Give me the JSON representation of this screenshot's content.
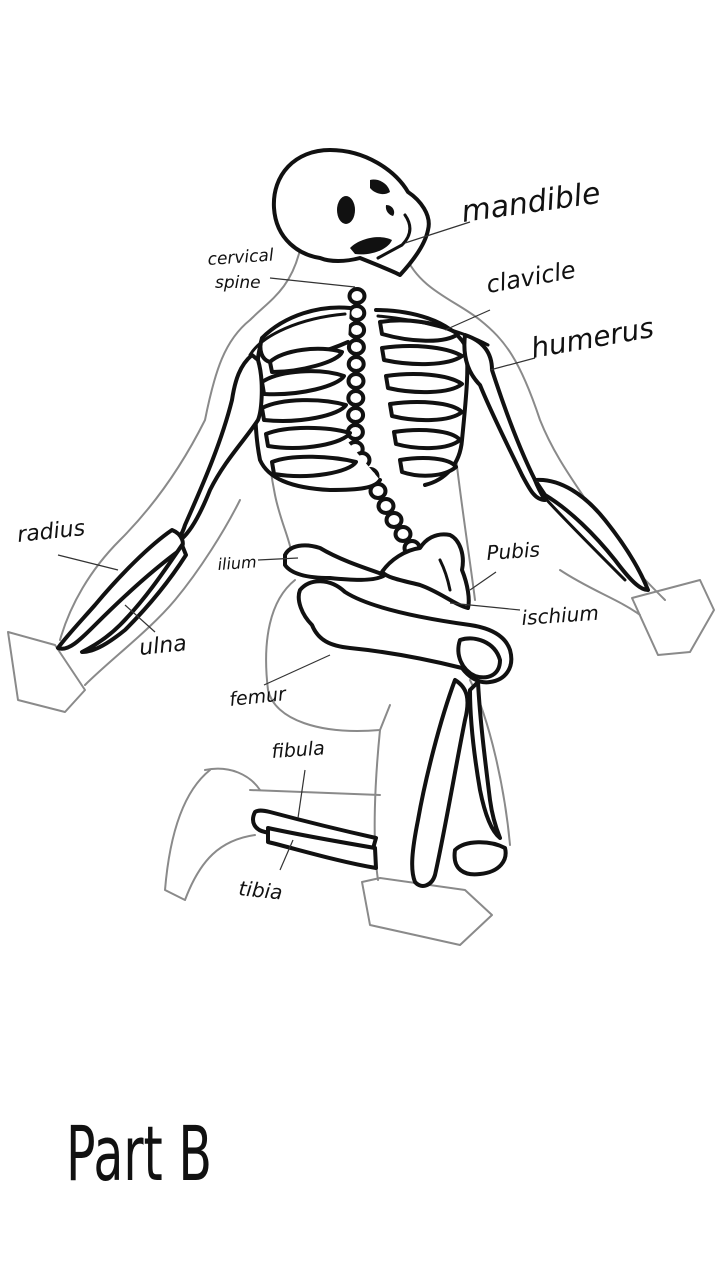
{
  "labels": {
    "mandible": "mandible",
    "cervical_line1": "cervical",
    "cervical_line2": "spine",
    "clavicle": "clavicle",
    "humerus": "humerus",
    "radius": "radius",
    "ulna": "ulna",
    "ilium": "ilium",
    "pubis": "Pubis",
    "ischium": "ischium",
    "femur": "femur",
    "fibula": "fibula",
    "tibia": "tibia"
  },
  "caption": "Part B"
}
